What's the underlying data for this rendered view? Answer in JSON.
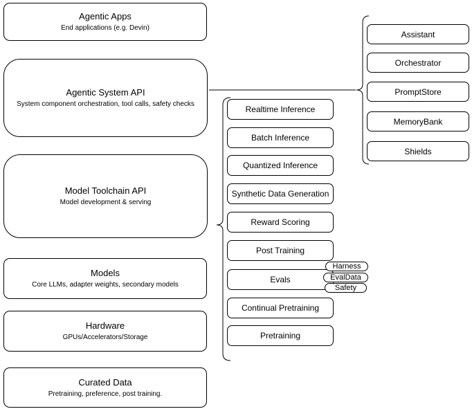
{
  "layers": {
    "agentic_apps": {
      "title": "Agentic Apps",
      "subtitle": "End applications (e.g. Devin)"
    },
    "agentic_system_api": {
      "title": "Agentic System API",
      "subtitle": "System component orchestration, tool calls, safety checks"
    },
    "model_toolchain_api": {
      "title": "Model Toolchain API",
      "subtitle": "Model development & serving"
    },
    "models": {
      "title": "Models",
      "subtitle": "Core LLMs, adapter weights, secondary models"
    },
    "hardware": {
      "title": "Hardware",
      "subtitle": "GPUs/Accelerators/Storage"
    },
    "curated_data": {
      "title": "Curated Data",
      "subtitle": "Pretraining, preference, post training."
    }
  },
  "toolchain_items": [
    "Realtime Inference",
    "Batch Inference",
    "Quantized Inference",
    "Synthetic Data Generation",
    "Reward Scoring",
    "Post Training",
    "Evals",
    "Continual Pretraining",
    "Pretraining"
  ],
  "eval_tags": [
    "Harness",
    "EvalData",
    "Safety"
  ],
  "system_components": [
    "Assistant",
    "Orchestrator",
    "PromptStore",
    "MemoryBank",
    "Shields"
  ],
  "colors": {
    "stroke": "#000000",
    "fill": "#ffffff",
    "background": "#ffffff",
    "text": "#000000"
  }
}
